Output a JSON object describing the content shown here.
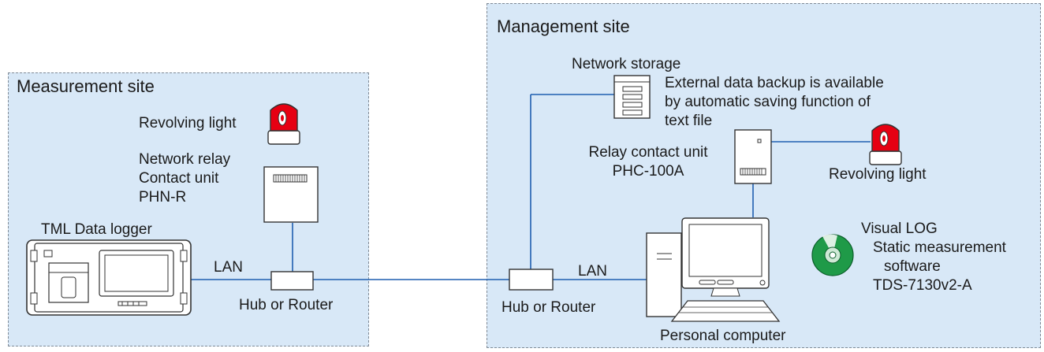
{
  "measurement_site": {
    "title": "Measurement site",
    "revolving_light": "Revolving light",
    "relay_lines": [
      "Network relay",
      "Contact unit",
      "PHN-R"
    ],
    "data_logger": "TML Data logger",
    "lan": "LAN",
    "hub": "Hub or Router"
  },
  "management_site": {
    "title": "Management site",
    "storage": "Network storage",
    "backup_lines": [
      "External data backup is available",
      "by automatic saving function of",
      "text file"
    ],
    "relay_lines": [
      "Relay contact unit",
      "PHC-100A"
    ],
    "revolving_light": "Revolving light",
    "software_lines": [
      "Visual LOG",
      "Static measurement",
      "software",
      "TDS-7130v2-A"
    ],
    "lan": "LAN",
    "hub": "Hub or Router",
    "computer": "Personal computer"
  },
  "colors": {
    "region_fill": "#d8e8f7",
    "cable": "#1f5fb0",
    "light_red": "#e60012",
    "disc_green": "#1f9a48"
  }
}
